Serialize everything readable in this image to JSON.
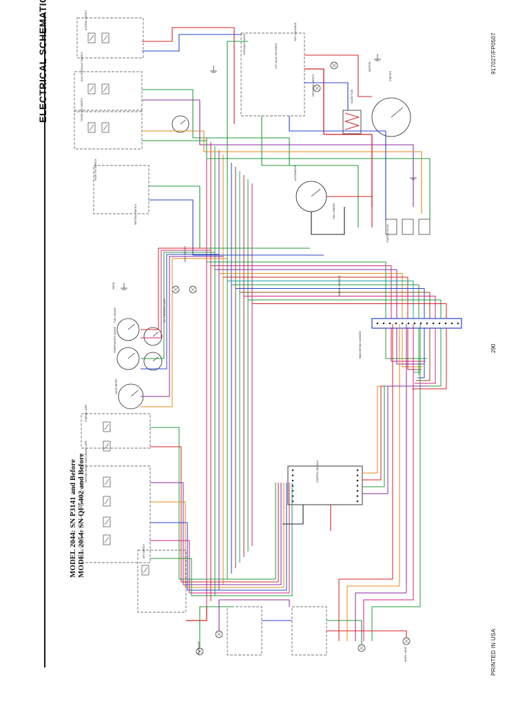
{
  "title": "ELECTRICAL SCHEMATIC",
  "models": [
    "MODEL 2044: SN P3141 and Before",
    "MODEL 2054: SN QF5402 and Before"
  ],
  "footer": {
    "printed": "PRINTED IN USA",
    "page_number": "290",
    "part_number": "917027/FP0507"
  },
  "component_labels": [
    "4-SPEED SWITCH",
    "AUX HYDRAULIC SWITCH",
    "FRONT PTO SWITCH",
    "REAR PTO SWITCH",
    "HYDRAULIC VALVE",
    "LIFT VALVE SOLENOID",
    "FUEL SOLENOID",
    "GLOW PLUG",
    "PRESSURE SWITCH",
    "STARTER",
    "BATTERY",
    "ALTERNATOR",
    "FUEL SENDER",
    "STARTER RELAY",
    "NEUTRAL SWITCH",
    "SEAT SWITCH",
    "HORN",
    "FUEL GAUGE",
    "TEMPERATURE GAUGE",
    "OIL PRESSURE LAMP",
    "HOUR METER",
    "CHARGE LAMP",
    "GLOW LAMP",
    "PARKING BRAKE SWITCH",
    "KEY SWITCH",
    "CONTROL MODULE",
    "ENGINE HARNESS",
    "MAIN WIRING HARNESS",
    "HEADLIGHT",
    "WORK LIGHT"
  ],
  "colors": {
    "red": "#d42020",
    "green": "#1f9a3a",
    "blue": "#2840c8",
    "purple": "#8a2aa0",
    "magenta": "#d0207a",
    "orange": "#e08a18",
    "brown": "#8a4a1a",
    "teal": "#1aa0a0",
    "black": "#222222",
    "dash": "#444444"
  }
}
